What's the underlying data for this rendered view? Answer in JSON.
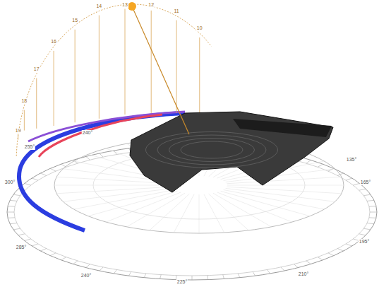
{
  "diagram": {
    "labels": [
      "19",
      "18",
      "17",
      "16",
      "15",
      "14",
      "13",
      "12",
      "11",
      "10",
      "255°",
      "240°",
      "300°",
      "285°",
      "240°",
      "225°",
      "210°",
      "195°",
      "165°",
      "135°"
    ]
  }
}
